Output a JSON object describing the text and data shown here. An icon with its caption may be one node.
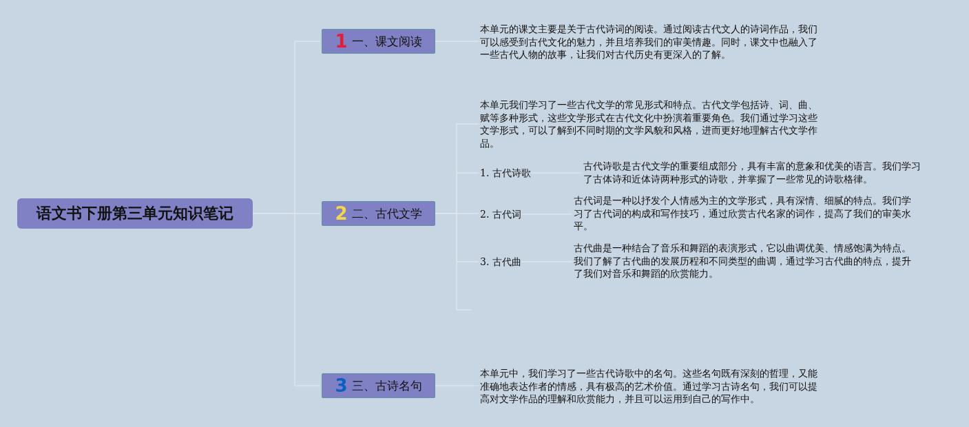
{
  "diagram": {
    "nodes": [
      {
        "text": [
          "语文书下册第三单元知识笔记"
        ]
      },
      {
        "text": [
          "1",
          "一、课文阅读"
        ]
      },
      {
        "text": [
          "本单元的课文主要是关于古代诗词的阅读。通过阅读古代文人的诗词作品，我们可以感受到古代文化的魅力，并且培养我们的审美情趣。同时，课文中也融入了一些古代人物的故事，让我们对古代历史有更深入的了解。"
        ]
      },
      {
        "text": [
          "2",
          "二、古代文学"
        ]
      },
      {
        "text": [
          "本单元我们学习了一些古代文学的常见形式和特点。古代文学包括诗、词、曲、赋等多种形式，这些文学形式在古代文化中扮演着重要角色。我们通过学习这些文学形式，可以了解到不同时期的文学风貌和风格，进而更好地理解古代文学作品。"
        ]
      },
      {
        "text": [
          "1. 古代诗歌"
        ]
      },
      {
        "text": [
          "古代诗歌是古代文学的重要组成部分，具有丰富的意象和优美的语言。我们学习了古体诗和近体诗两种形式的诗歌，并掌握了一些常见的诗歌格律。"
        ]
      },
      {
        "text": [
          "2. 古代词"
        ]
      },
      {
        "text": [
          "古代词是一种以抒发个人情感为主的文学形式，具有深情、细腻的特点。我们学习了古代词的构成和写作技巧，通过欣赏古代名家的词作，提高了我们的审美水平。"
        ]
      },
      {
        "text": [
          "3. 古代曲"
        ]
      },
      {
        "text": [
          "古代曲是一种结合了音乐和舞蹈的表演形式，它以曲调优美、情感饱满为特点。我们了解了古代曲的发展历程和不同类型的曲调，通过学习古代曲的特点，提升了我们对音乐和舞蹈的欣赏能力。"
        ]
      },
      {
        "text": [
          "3",
          "三、古诗名句"
        ]
      },
      {
        "text": [
          "本单元中，我们学习了一些古代诗歌中的名句。这些名句既有深刻的哲理，又能准确地表达作者的情感，具有极高的艺术价值。通过学习古诗名句，我们可以提高对文学作品的理解和欣赏能力，并且可以运用到自己的写作中。"
        ]
      }
    ],
    "edges": [
      {
        "from": 0,
        "to": 1,
        "arrow": "none"
      },
      {
        "from": 0,
        "to": 3,
        "arrow": "none"
      },
      {
        "from": 0,
        "to": 11,
        "arrow": "none"
      },
      {
        "from": 1,
        "to": 2,
        "arrow": "none"
      },
      {
        "from": 3,
        "to": 4,
        "arrow": "none"
      },
      {
        "from": 3,
        "to": 5,
        "arrow": "none"
      },
      {
        "from": 3,
        "to": 7,
        "arrow": "none"
      },
      {
        "from": 3,
        "to": 9,
        "arrow": "none"
      },
      {
        "from": 5,
        "to": 6,
        "arrow": "none"
      },
      {
        "from": 7,
        "to": 8,
        "arrow": "none"
      },
      {
        "from": 9,
        "to": 10,
        "arrow": "none"
      },
      {
        "from": 11,
        "to": 12,
        "arrow": "none"
      }
    ]
  }
}
